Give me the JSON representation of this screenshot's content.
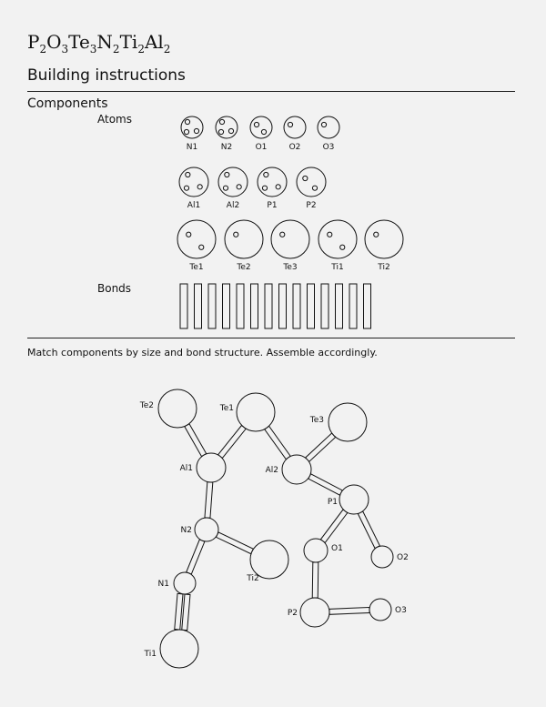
{
  "formula": [
    {
      "el": "P",
      "n": "2"
    },
    {
      "el": "O",
      "n": "3"
    },
    {
      "el": "Te",
      "n": "3"
    },
    {
      "el": "N",
      "n": "2"
    },
    {
      "el": "Ti",
      "n": "2"
    },
    {
      "el": "Al",
      "n": "2"
    }
  ],
  "title": "Building instructions",
  "components_label": "Components",
  "atoms_label": "Atoms",
  "bonds_label": "Bonds",
  "instructions": "Match components by size and bond structure. Assemble accordingly.",
  "atoms_legend": [
    {
      "label": "N1",
      "holes": 3
    },
    {
      "label": "N2",
      "holes": 3
    },
    {
      "label": "O1",
      "holes": 2
    },
    {
      "label": "O2",
      "holes": 1
    },
    {
      "label": "O3",
      "holes": 1
    },
    {
      "label": "Al1",
      "holes": 3
    },
    {
      "label": "Al2",
      "holes": 3
    },
    {
      "label": "P1",
      "holes": 3
    },
    {
      "label": "P2",
      "holes": 2
    },
    {
      "label": "Te1",
      "holes": 2
    },
    {
      "label": "Te2",
      "holes": 1
    },
    {
      "label": "Te3",
      "holes": 1
    },
    {
      "label": "Ti1",
      "holes": 2
    },
    {
      "label": "Ti2",
      "holes": 1
    }
  ],
  "bond_count": 14,
  "molecule": {
    "atoms": [
      "Te2",
      "Te1",
      "Te3",
      "Al1",
      "Al2",
      "P1",
      "N2",
      "O1",
      "O2",
      "Ti2",
      "N1",
      "P2",
      "O3",
      "Ti1"
    ],
    "bonds": [
      [
        "Te2",
        "Al1"
      ],
      [
        "Te1",
        "Al1"
      ],
      [
        "Te1",
        "Al2"
      ],
      [
        "Te3",
        "Al2"
      ],
      [
        "Al2",
        "P1"
      ],
      [
        "Al1",
        "N2"
      ],
      [
        "N2",
        "Ti2"
      ],
      [
        "N2",
        "N1"
      ],
      [
        "P1",
        "O1"
      ],
      [
        "P1",
        "O2"
      ],
      [
        "O1",
        "P2"
      ],
      [
        "P2",
        "O3"
      ],
      [
        "N1",
        "Ti1"
      ],
      [
        "N1",
        "Ti1"
      ]
    ]
  }
}
